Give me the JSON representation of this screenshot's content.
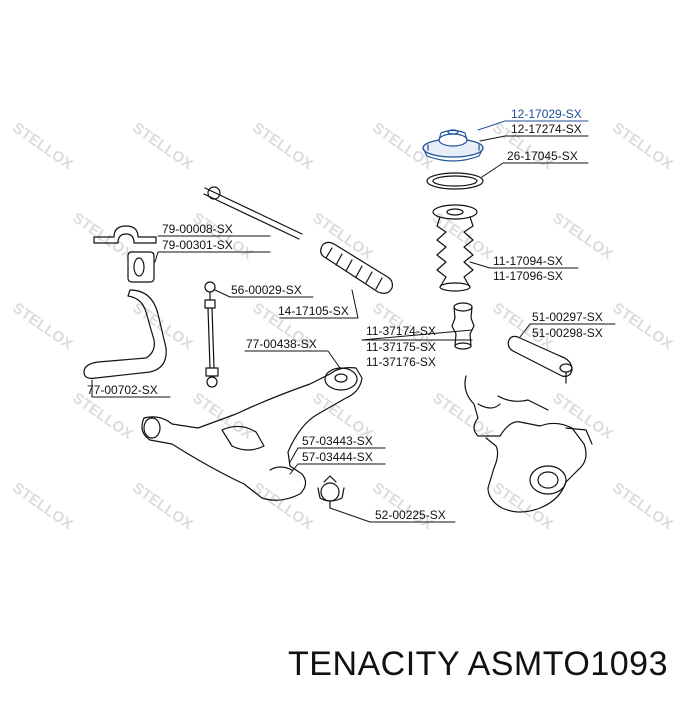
{
  "watermark": "STELLOX",
  "caption": "TENACITY ASMTO1093",
  "colors": {
    "highlight": "#1f4f9a",
    "lines": "#111111",
    "watermark": "#dcdcdc"
  },
  "parts": {
    "top_mount_main": "12-17029-SX",
    "top_mount_alt": "12-17274-SX",
    "spring_pad": "26-17045-SX",
    "dust_boot_a": "11-17094-SX",
    "dust_boot_b": "11-17096-SX",
    "bump_stop_a": "11-37174-SX",
    "bump_stop_b": "11-37175-SX",
    "bump_stop_c": "11-37176-SX",
    "tie_rod_end_a": "51-00297-SX",
    "tie_rod_end_b": "51-00298-SX",
    "clamp": "79-00008-SX",
    "stab_bushing": "79-00301-SX",
    "stab_link": "56-00029-SX",
    "steering_boot": "14-17105-SX",
    "rear_bushing": "77-00438-SX",
    "stabilizer_bar": "77-00702-SX",
    "control_arm_a": "57-03443-SX",
    "control_arm_b": "57-03444-SX",
    "ball_joint": "52-00225-SX"
  }
}
